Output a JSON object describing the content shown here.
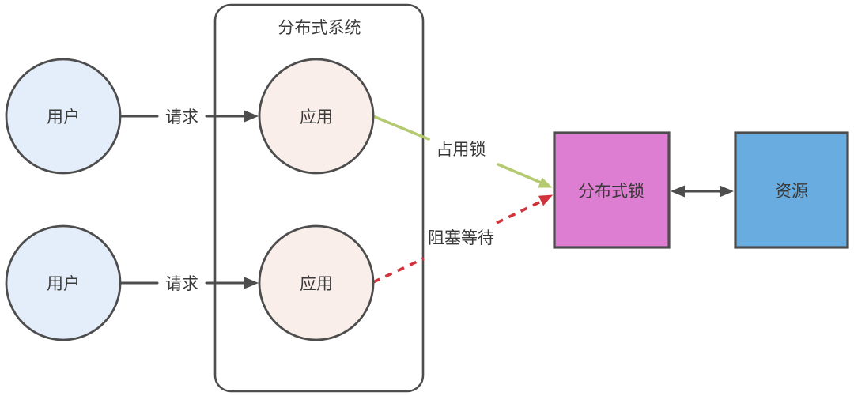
{
  "diagram": {
    "container": {
      "label": "分布式系统"
    },
    "nodes": {
      "user1": {
        "label": "用户"
      },
      "user2": {
        "label": "用户"
      },
      "app1": {
        "label": "应用"
      },
      "app2": {
        "label": "应用"
      },
      "lock": {
        "label": "分布式锁"
      },
      "resource": {
        "label": "资源"
      }
    },
    "edges": {
      "request1": {
        "label": "请求"
      },
      "request2": {
        "label": "请求"
      },
      "occupy_lock": {
        "label": "占用锁"
      },
      "blocking_wait": {
        "label": "阻塞等待"
      }
    }
  },
  "colors": {
    "bg": "#ffffff",
    "text": "#3a3a3a",
    "stroke-dark": "#4d4d4d",
    "user-fill": "#e3eefa",
    "app-fill": "#f9eeea",
    "lock-fill": "#de7ed2",
    "resource-fill": "#69ace0",
    "green": "#b5ca70",
    "red": "#d2323c"
  }
}
